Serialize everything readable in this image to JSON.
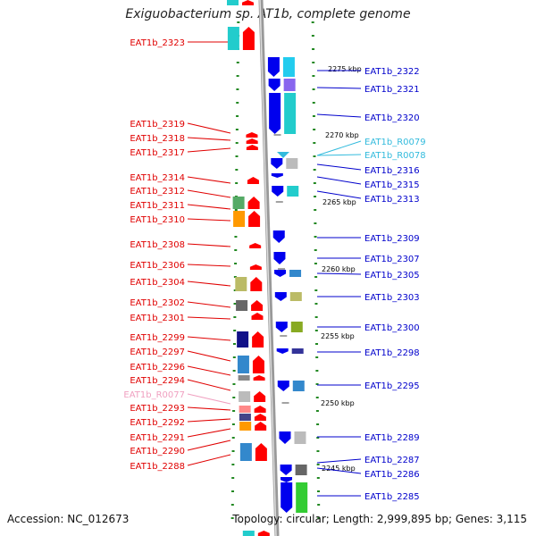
{
  "title": "Exiguobacterium sp. AT1b, complete genome",
  "footer": {
    "accession": "Accession: NC_012673",
    "topology": "Topology: circular; Length: 2,999,895 bp; Genes: 3,115"
  },
  "colors": {
    "left_labels": "#e00000",
    "right_labels": "#0000cc",
    "rna_labels": "#33bbdd",
    "trna_left": "#f0a0c0",
    "axis": "#999999",
    "tick_marks": "#228822"
  },
  "scale_ticks": [
    "2275 kbp",
    "2270 kbp",
    "2265 kbp",
    "2260 kbp",
    "2255 kbp",
    "2250 kbp",
    "2245 kbp"
  ],
  "left_genes": [
    "EAT1b_2323",
    "EAT1b_2319",
    "EAT1b_2318",
    "EAT1b_2317",
    "EAT1b_2314",
    "EAT1b_2312",
    "EAT1b_2311",
    "EAT1b_2310",
    "EAT1b_2308",
    "EAT1b_2306",
    "EAT1b_2304",
    "EAT1b_2302",
    "EAT1b_2301",
    "EAT1b_2299",
    "EAT1b_2297",
    "EAT1b_2296",
    "EAT1b_2294",
    "EAT1b_R0077",
    "EAT1b_2293",
    "EAT1b_2292",
    "EAT1b_2291",
    "EAT1b_2290",
    "EAT1b_2288"
  ],
  "right_genes": [
    "EAT1b_2322",
    "EAT1b_2321",
    "EAT1b_2320",
    "EAT1b_R0079",
    "EAT1b_R0078",
    "EAT1b_2316",
    "EAT1b_2315",
    "EAT1b_2313",
    "EAT1b_2309",
    "EAT1b_2307",
    "EAT1b_2305",
    "EAT1b_2303",
    "EAT1b_2300",
    "EAT1b_2298",
    "EAT1b_2295",
    "EAT1b_2289",
    "EAT1b_2287",
    "EAT1b_2286",
    "EAT1b_2285"
  ]
}
